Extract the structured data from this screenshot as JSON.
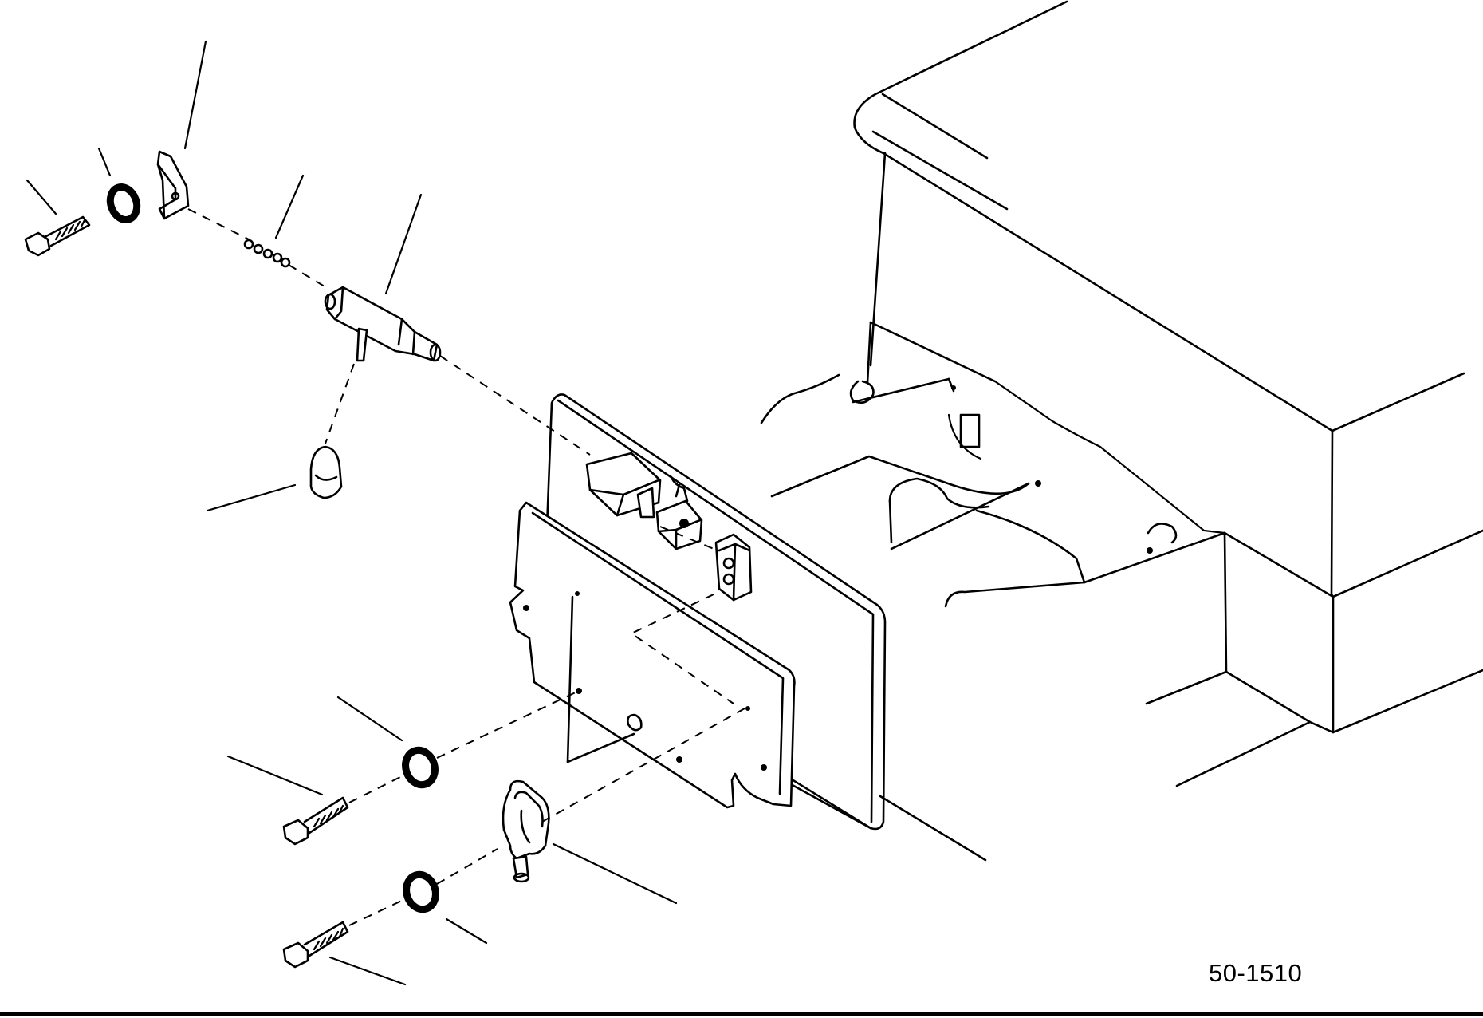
{
  "figure": {
    "number": "50-1510",
    "line_color": "#000000",
    "background_color": "#ffffff"
  },
  "parts": [
    {
      "name": "bolt",
      "icon": "bolt-icon"
    },
    {
      "name": "washer",
      "icon": "washer-icon"
    },
    {
      "name": "bracket",
      "icon": "bracket-icon"
    },
    {
      "name": "spring-clips",
      "icon": "clips-icon"
    },
    {
      "name": "shaft",
      "icon": "shaft-icon"
    },
    {
      "name": "knob",
      "icon": "knob-icon"
    },
    {
      "name": "panel",
      "icon": "panel-icon"
    },
    {
      "name": "switch",
      "icon": "switch-icon"
    },
    {
      "name": "connector",
      "icon": "connector-icon"
    }
  ]
}
